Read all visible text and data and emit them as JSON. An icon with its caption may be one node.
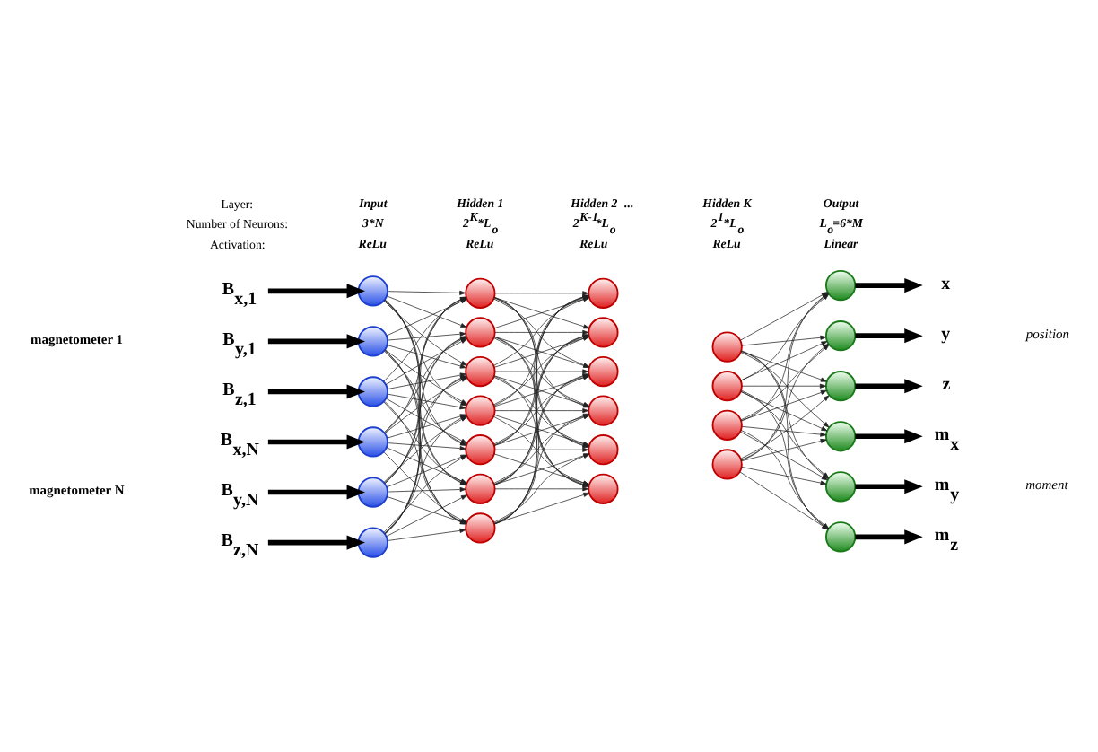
{
  "diagram": {
    "nodes": [
      {
        "text": [
          "B$_{x,1}$"
        ]
      },
      {
        "text": [
          "B$_{y,1}$"
        ]
      },
      {
        "text": [
          "B$_{z,1}$"
        ]
      },
      {
        "text": [
          "B$_{x,N}$"
        ]
      },
      {
        "text": [
          "B$_{y,N}$"
        ]
      },
      {
        "text": [
          "B$_{z,N}$"
        ]
      },
      {
        "text": [],
        "shape": "circle"
      },
      {
        "text": [],
        "shape": "circle"
      },
      {
        "text": [],
        "shape": "circle"
      },
      {
        "text": [],
        "shape": "circle"
      },
      {
        "text": [],
        "shape": "circle"
      },
      {
        "text": [],
        "shape": "circle"
      },
      {
        "text": [],
        "shape": "circle"
      },
      {
        "text": [],
        "shape": "circle"
      },
      {
        "text": [],
        "shape": "circle"
      },
      {
        "text": [],
        "shape": "circle"
      },
      {
        "text": [],
        "shape": "circle"
      },
      {
        "text": [],
        "shape": "circle"
      },
      {
        "text": [],
        "shape": "circle"
      },
      {
        "text": [],
        "shape": "circle"
      },
      {
        "text": [],
        "shape": "circle"
      },
      {
        "text": [],
        "shape": "circle"
      },
      {
        "text": [],
        "shape": "circle"
      },
      {
        "text": [],
        "shape": "circle"
      },
      {
        "text": [],
        "shape": "circle"
      },
      {
        "text": [],
        "shape": "circle"
      },
      {
        "text": [],
        "shape": "circle"
      },
      {
        "text": [],
        "shape": "circle"
      },
      {
        "text": [],
        "shape": "circle"
      },
      {
        "text": [],
        "shape": "circle"
      },
      {
        "text": [],
        "shape": "circle"
      },
      {
        "text": [],
        "shape": "circle"
      },
      {
        "text": [],
        "shape": "circle"
      },
      {
        "text": [],
        "shape": "circle"
      },
      {
        "text": [],
        "shape": "circle"
      },
      {
        "text": [
          "x"
        ]
      },
      {
        "text": [
          "y"
        ]
      },
      {
        "text": [
          "z"
        ]
      },
      {
        "text": [
          "m$_{x}$"
        ]
      },
      {
        "text": [
          "m$_{y}$"
        ]
      },
      {
        "text": [
          "m$_{z}$"
        ]
      }
    ],
    "edges": [
      {
        "from": 0,
        "to": 6,
        "arrow": "to",
        "style": "thick"
      },
      {
        "from": 1,
        "to": 7,
        "arrow": "to",
        "style": "thick"
      },
      {
        "from": 2,
        "to": 8,
        "arrow": "to",
        "style": "thick"
      },
      {
        "from": 3,
        "to": 9,
        "arrow": "to",
        "style": "thick"
      },
      {
        "from": 4,
        "to": 10,
        "arrow": "to",
        "style": "thick"
      },
      {
        "from": 5,
        "to": 11,
        "arrow": "to",
        "style": "thick"
      },
      {
        "from": 6,
        "to": 12,
        "arrow": "to"
      },
      {
        "from": 6,
        "to": 13,
        "arrow": "to"
      },
      {
        "from": 6,
        "to": 14,
        "arrow": "to"
      },
      {
        "from": 6,
        "to": 15,
        "arrow": "to"
      },
      {
        "from": 6,
        "to": 16,
        "arrow": "to"
      },
      {
        "from": 6,
        "to": 17,
        "arrow": "to"
      },
      {
        "from": 6,
        "to": 18,
        "arrow": "to"
      },
      {
        "from": 7,
        "to": 12,
        "arrow": "to"
      },
      {
        "from": 7,
        "to": 13,
        "arrow": "to"
      },
      {
        "from": 7,
        "to": 14,
        "arrow": "to"
      },
      {
        "from": 7,
        "to": 15,
        "arrow": "to"
      },
      {
        "from": 7,
        "to": 16,
        "arrow": "to"
      },
      {
        "from": 7,
        "to": 17,
        "arrow": "to"
      },
      {
        "from": 7,
        "to": 18,
        "arrow": "to"
      },
      {
        "from": 8,
        "to": 12,
        "arrow": "to"
      },
      {
        "from": 8,
        "to": 13,
        "arrow": "to"
      },
      {
        "from": 8,
        "to": 14,
        "arrow": "to"
      },
      {
        "from": 8,
        "to": 15,
        "arrow": "to"
      },
      {
        "from": 8,
        "to": 16,
        "arrow": "to"
      },
      {
        "from": 8,
        "to": 17,
        "arrow": "to"
      },
      {
        "from": 8,
        "to": 18,
        "arrow": "to"
      },
      {
        "from": 9,
        "to": 12,
        "arrow": "to"
      },
      {
        "from": 9,
        "to": 13,
        "arrow": "to"
      },
      {
        "from": 9,
        "to": 14,
        "arrow": "to"
      },
      {
        "from": 9,
        "to": 15,
        "arrow": "to"
      },
      {
        "from": 9,
        "to": 16,
        "arrow": "to"
      },
      {
        "from": 9,
        "to": 17,
        "arrow": "to"
      },
      {
        "from": 9,
        "to": 18,
        "arrow": "to"
      },
      {
        "from": 10,
        "to": 12,
        "arrow": "to"
      },
      {
        "from": 10,
        "to": 13,
        "arrow": "to"
      },
      {
        "from": 10,
        "to": 14,
        "arrow": "to"
      },
      {
        "from": 10,
        "to": 15,
        "arrow": "to"
      },
      {
        "from": 10,
        "to": 16,
        "arrow": "to"
      },
      {
        "from": 10,
        "to": 17,
        "arrow": "to"
      },
      {
        "from": 10,
        "to": 18,
        "arrow": "to"
      },
      {
        "from": 11,
        "to": 12,
        "arrow": "to"
      },
      {
        "from": 11,
        "to": 13,
        "arrow": "to"
      },
      {
        "from": 11,
        "to": 14,
        "arrow": "to"
      },
      {
        "from": 11,
        "to": 15,
        "arrow": "to"
      },
      {
        "from": 11,
        "to": 16,
        "arrow": "to"
      },
      {
        "from": 11,
        "to": 17,
        "arrow": "to"
      },
      {
        "from": 11,
        "to": 18,
        "arrow": "to"
      },
      {
        "from": 12,
        "to": 19,
        "arrow": "to"
      },
      {
        "from": 12,
        "to": 20,
        "arrow": "to"
      },
      {
        "from": 12,
        "to": 21,
        "arrow": "to"
      },
      {
        "from": 12,
        "to": 22,
        "arrow": "to"
      },
      {
        "from": 12,
        "to": 23,
        "arrow": "to"
      },
      {
        "from": 12,
        "to": 24,
        "arrow": "to"
      },
      {
        "from": 13,
        "to": 19,
        "arrow": "to"
      },
      {
        "from": 13,
        "to": 20,
        "arrow": "to"
      },
      {
        "from": 13,
        "to": 21,
        "arrow": "to"
      },
      {
        "from": 13,
        "to": 22,
        "arrow": "to"
      },
      {
        "from": 13,
        "to": 23,
        "arrow": "to"
      },
      {
        "from": 13,
        "to": 24,
        "arrow": "to"
      },
      {
        "from": 14,
        "to": 19,
        "arrow": "to"
      },
      {
        "from": 14,
        "to": 20,
        "arrow": "to"
      },
      {
        "from": 14,
        "to": 21,
        "arrow": "to"
      },
      {
        "from": 14,
        "to": 22,
        "arrow": "to"
      },
      {
        "from": 14,
        "to": 23,
        "arrow": "to"
      },
      {
        "from": 14,
        "to": 24,
        "arrow": "to"
      },
      {
        "from": 15,
        "to": 19,
        "arrow": "to"
      },
      {
        "from": 15,
        "to": 20,
        "arrow": "to"
      },
      {
        "from": 15,
        "to": 21,
        "arrow": "to"
      },
      {
        "from": 15,
        "to": 22,
        "arrow": "to"
      },
      {
        "from": 15,
        "to": 23,
        "arrow": "to"
      },
      {
        "from": 15,
        "to": 24,
        "arrow": "to"
      },
      {
        "from": 16,
        "to": 19,
        "arrow": "to"
      },
      {
        "from": 16,
        "to": 20,
        "arrow": "to"
      },
      {
        "from": 16,
        "to": 21,
        "arrow": "to"
      },
      {
        "from": 16,
        "to": 22,
        "arrow": "to"
      },
      {
        "from": 16,
        "to": 23,
        "arrow": "to"
      },
      {
        "from": 16,
        "to": 24,
        "arrow": "to"
      },
      {
        "from": 17,
        "to": 19,
        "arrow": "to"
      },
      {
        "from": 17,
        "to": 20,
        "arrow": "to"
      },
      {
        "from": 17,
        "to": 21,
        "arrow": "to"
      },
      {
        "from": 17,
        "to": 22,
        "arrow": "to"
      },
      {
        "from": 17,
        "to": 23,
        "arrow": "to"
      },
      {
        "from": 17,
        "to": 24,
        "arrow": "to"
      },
      {
        "from": 18,
        "to": 19,
        "arrow": "to"
      },
      {
        "from": 18,
        "to": 20,
        "arrow": "to"
      },
      {
        "from": 18,
        "to": 21,
        "arrow": "to"
      },
      {
        "from": 18,
        "to": 22,
        "arrow": "to"
      },
      {
        "from": 18,
        "to": 23,
        "arrow": "to"
      },
      {
        "from": 18,
        "to": 24,
        "arrow": "to"
      },
      {
        "from": 25,
        "to": 29,
        "arrow": "to"
      },
      {
        "from": 25,
        "to": 30,
        "arrow": "to"
      },
      {
        "from": 25,
        "to": 31,
        "arrow": "to"
      },
      {
        "from": 25,
        "to": 32,
        "arrow": "to"
      },
      {
        "from": 25,
        "to": 33,
        "arrow": "to"
      },
      {
        "from": 25,
        "to": 34,
        "arrow": "to"
      },
      {
        "from": 26,
        "to": 29,
        "arrow": "to"
      },
      {
        "from": 26,
        "to": 30,
        "arrow": "to"
      },
      {
        "from": 26,
        "to": 31,
        "arrow": "to"
      },
      {
        "from": 26,
        "to": 32,
        "arrow": "to"
      },
      {
        "from": 26,
        "to": 33,
        "arrow": "to"
      },
      {
        "from": 26,
        "to": 34,
        "arrow": "to"
      },
      {
        "from": 27,
        "to": 29,
        "arrow": "to"
      },
      {
        "from": 27,
        "to": 30,
        "arrow": "to"
      },
      {
        "from": 27,
        "to": 31,
        "arrow": "to"
      },
      {
        "from": 27,
        "to": 32,
        "arrow": "to"
      },
      {
        "from": 27,
        "to": 33,
        "arrow": "to"
      },
      {
        "from": 27,
        "to": 34,
        "arrow": "to"
      },
      {
        "from": 28,
        "to": 29,
        "arrow": "to"
      },
      {
        "from": 28,
        "to": 30,
        "arrow": "to"
      },
      {
        "from": 28,
        "to": 31,
        "arrow": "to"
      },
      {
        "from": 28,
        "to": 32,
        "arrow": "to"
      },
      {
        "from": 28,
        "to": 33,
        "arrow": "to"
      },
      {
        "from": 28,
        "to": 34,
        "arrow": "to"
      },
      {
        "from": 29,
        "to": 35,
        "arrow": "to",
        "style": "thick"
      },
      {
        "from": 30,
        "to": 36,
        "arrow": "to",
        "style": "thick"
      },
      {
        "from": 31,
        "to": 37,
        "arrow": "to",
        "style": "thick"
      },
      {
        "from": 32,
        "to": 38,
        "arrow": "to",
        "style": "thick"
      },
      {
        "from": 33,
        "to": 39,
        "arrow": "to",
        "style": "thick"
      },
      {
        "from": 34,
        "to": 40,
        "arrow": "to",
        "style": "thick"
      }
    ],
    "labels": [
      "Layer:",
      "Input",
      "Hidden 1",
      "Hidden 2",
      "...",
      "Hidden K",
      "Output",
      "Number of Neurons:",
      "3*N",
      "2$^{K}$*L$_{o}$",
      "2$^{K-1}$*L$_{o}$",
      "2$^{1}$*L$_{o}$",
      "L$_{o}$=6*M",
      "Activation:",
      "ReLu",
      "ReLu",
      "ReLu",
      "ReLu",
      "Linear",
      "magnetometer 1",
      "position",
      "moment",
      "magnetometer N"
    ]
  }
}
